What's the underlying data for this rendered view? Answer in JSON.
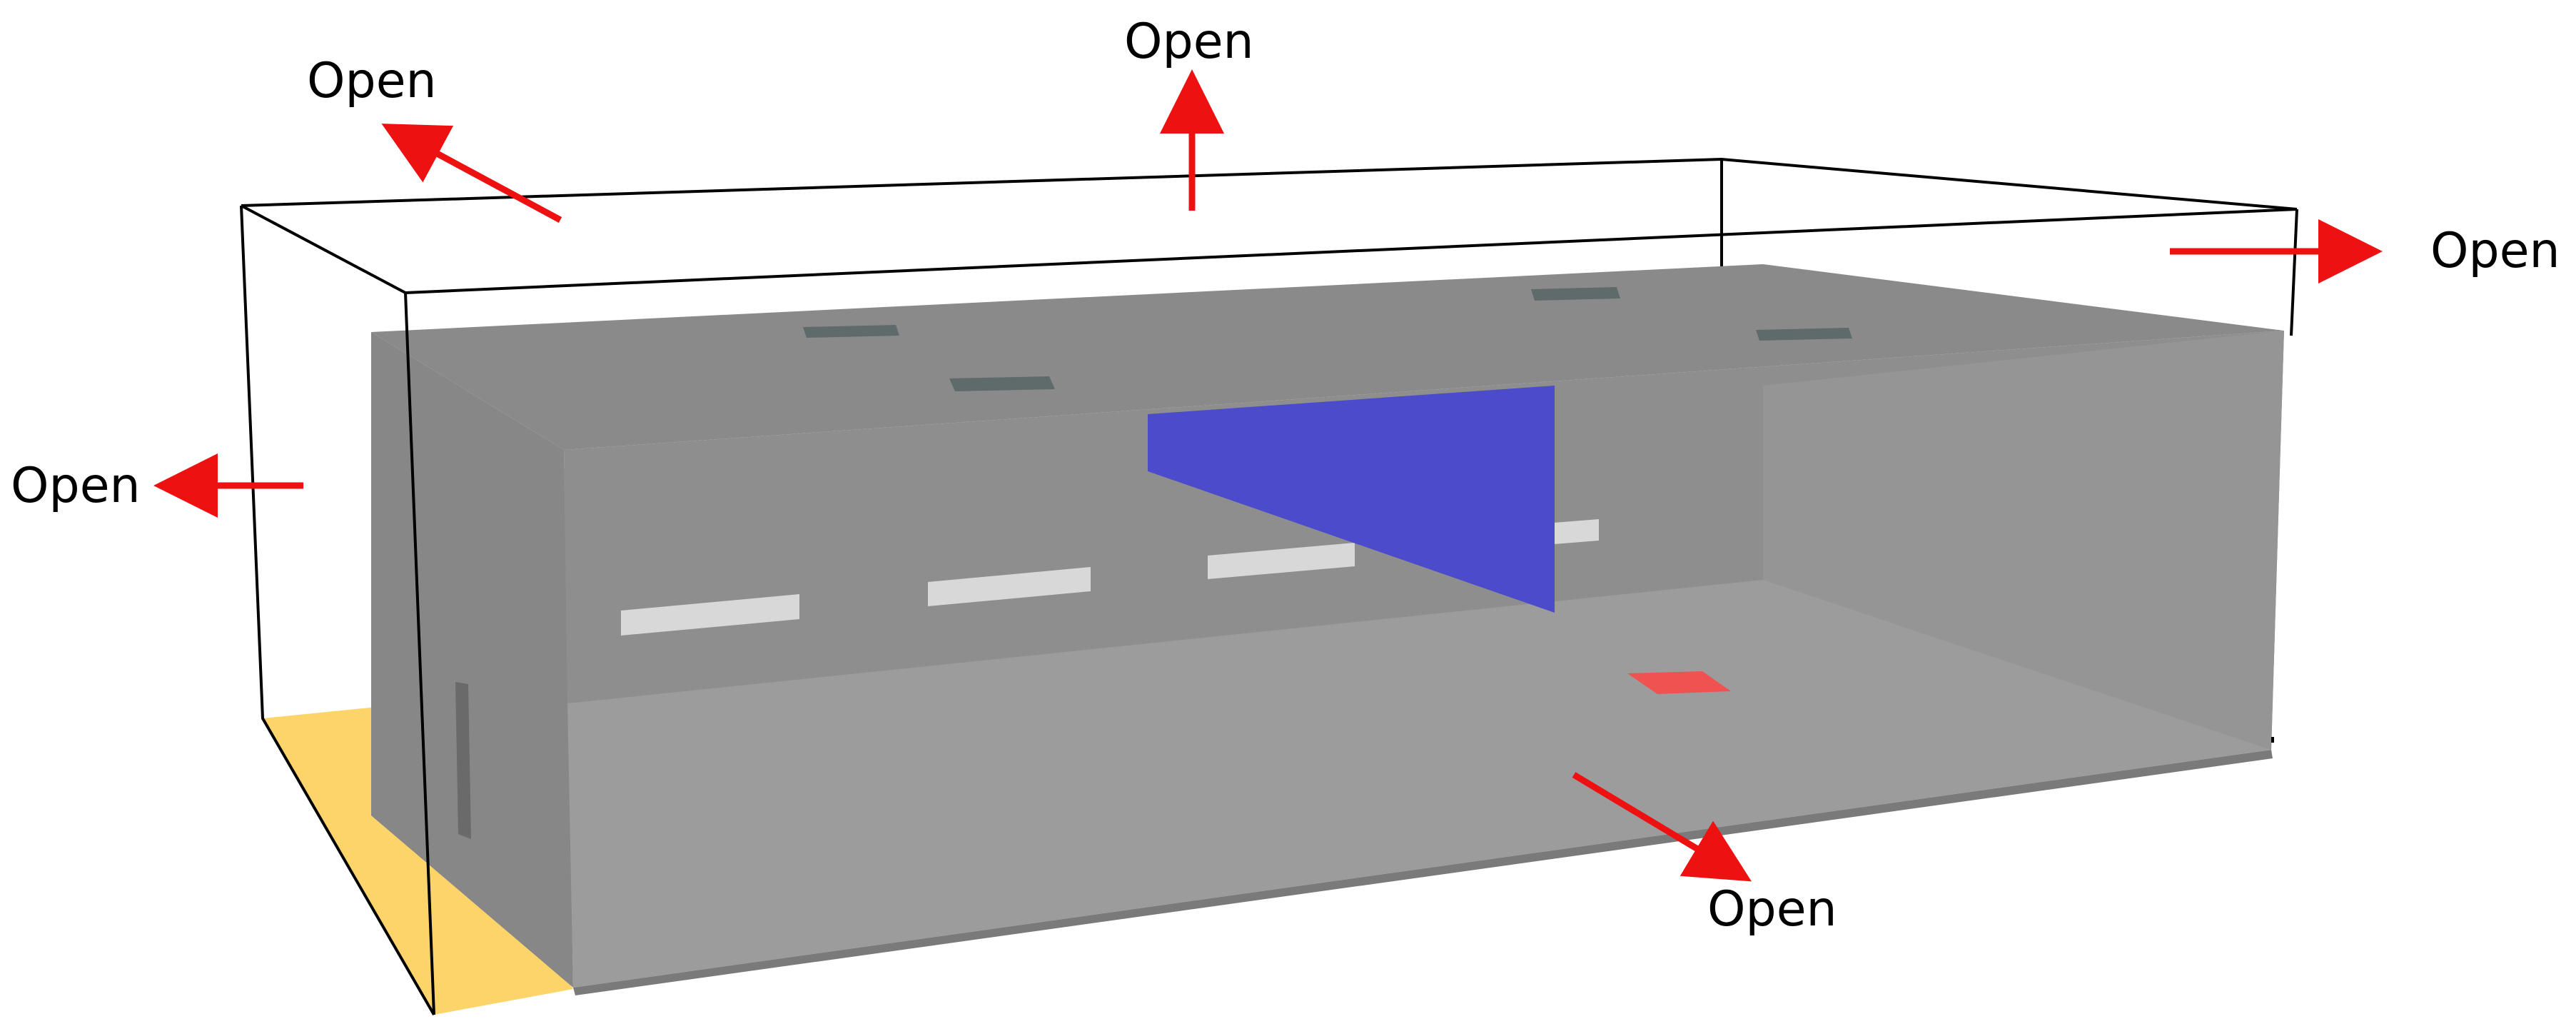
{
  "labels": {
    "top_left": "Open",
    "top_center": "Open",
    "right": "Open",
    "left": "Open",
    "bottom": "Open"
  },
  "colors": {
    "arrow": "#ee1111",
    "inlet_surface": "#fcd46a",
    "partition_plane": "#4b4bcc",
    "heat_source_patch": "#f05252",
    "building_roof": "#898989",
    "building_wall": "#8e8e8e",
    "building_side_wall": "#878787",
    "building_floor": "#9c9c9c",
    "windows": "#d8d8d8",
    "roof_vents": "#5f6b6a",
    "domain_outline": "#000000"
  }
}
